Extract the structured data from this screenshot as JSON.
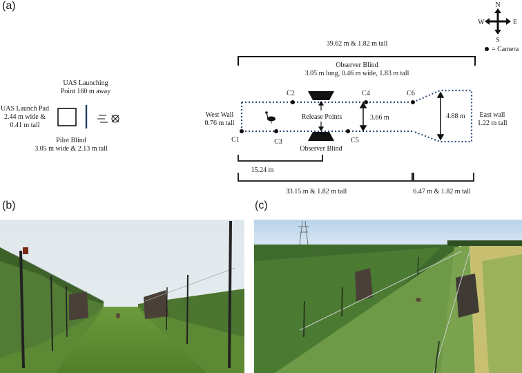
{
  "panels": {
    "a": "(a)",
    "b": "(b)",
    "c": "(c)"
  },
  "compass": {
    "n": "N",
    "s": "S",
    "e": "E",
    "w": "W"
  },
  "legend": {
    "camera": "= Camera"
  },
  "labels": {
    "top_span": "39.62 m & 1.82 m tall",
    "observer_blind_title": "Observer Blind",
    "observer_blind_dims": "3.05 m long, 0.46 m wide, 1.83 m tall",
    "uas_launching_1": "UAS Launching",
    "uas_launching_2": "Point 160 m away",
    "launch_pad_1": "UAS Launch Pad",
    "launch_pad_2": "2.44 m wide &",
    "launch_pad_3": "0.41 m tall",
    "pilot_blind_1": "Pilot Blind",
    "pilot_blind_2": "3.05 m wide & 2.13 m tall",
    "west_wall_1": "West Wall",
    "west_wall_2": "0.76 m tall",
    "east_wall_1": "East wall",
    "east_wall_2": "1.22 m tall",
    "release_points": "Release Points",
    "observer_blind_bottom": "Observer Blind",
    "width_inner": "3.66 m",
    "width_outer": "4.88 m",
    "dim_15": "15.24 m",
    "dim_33": "33.15 m & 1.82 m tall",
    "dim_647": "6.47 m & 1.82 m tall",
    "c1": "C1",
    "c2": "C2",
    "c3": "C3",
    "c4": "C4",
    "c5": "C5",
    "c6": "C6"
  },
  "colors": {
    "fence": "#2e4a7a",
    "pilot_blind": "#1f3a63",
    "sky": "#c9dbe8",
    "grass": "#5f8f3a",
    "crop": "#4d7a2e"
  }
}
